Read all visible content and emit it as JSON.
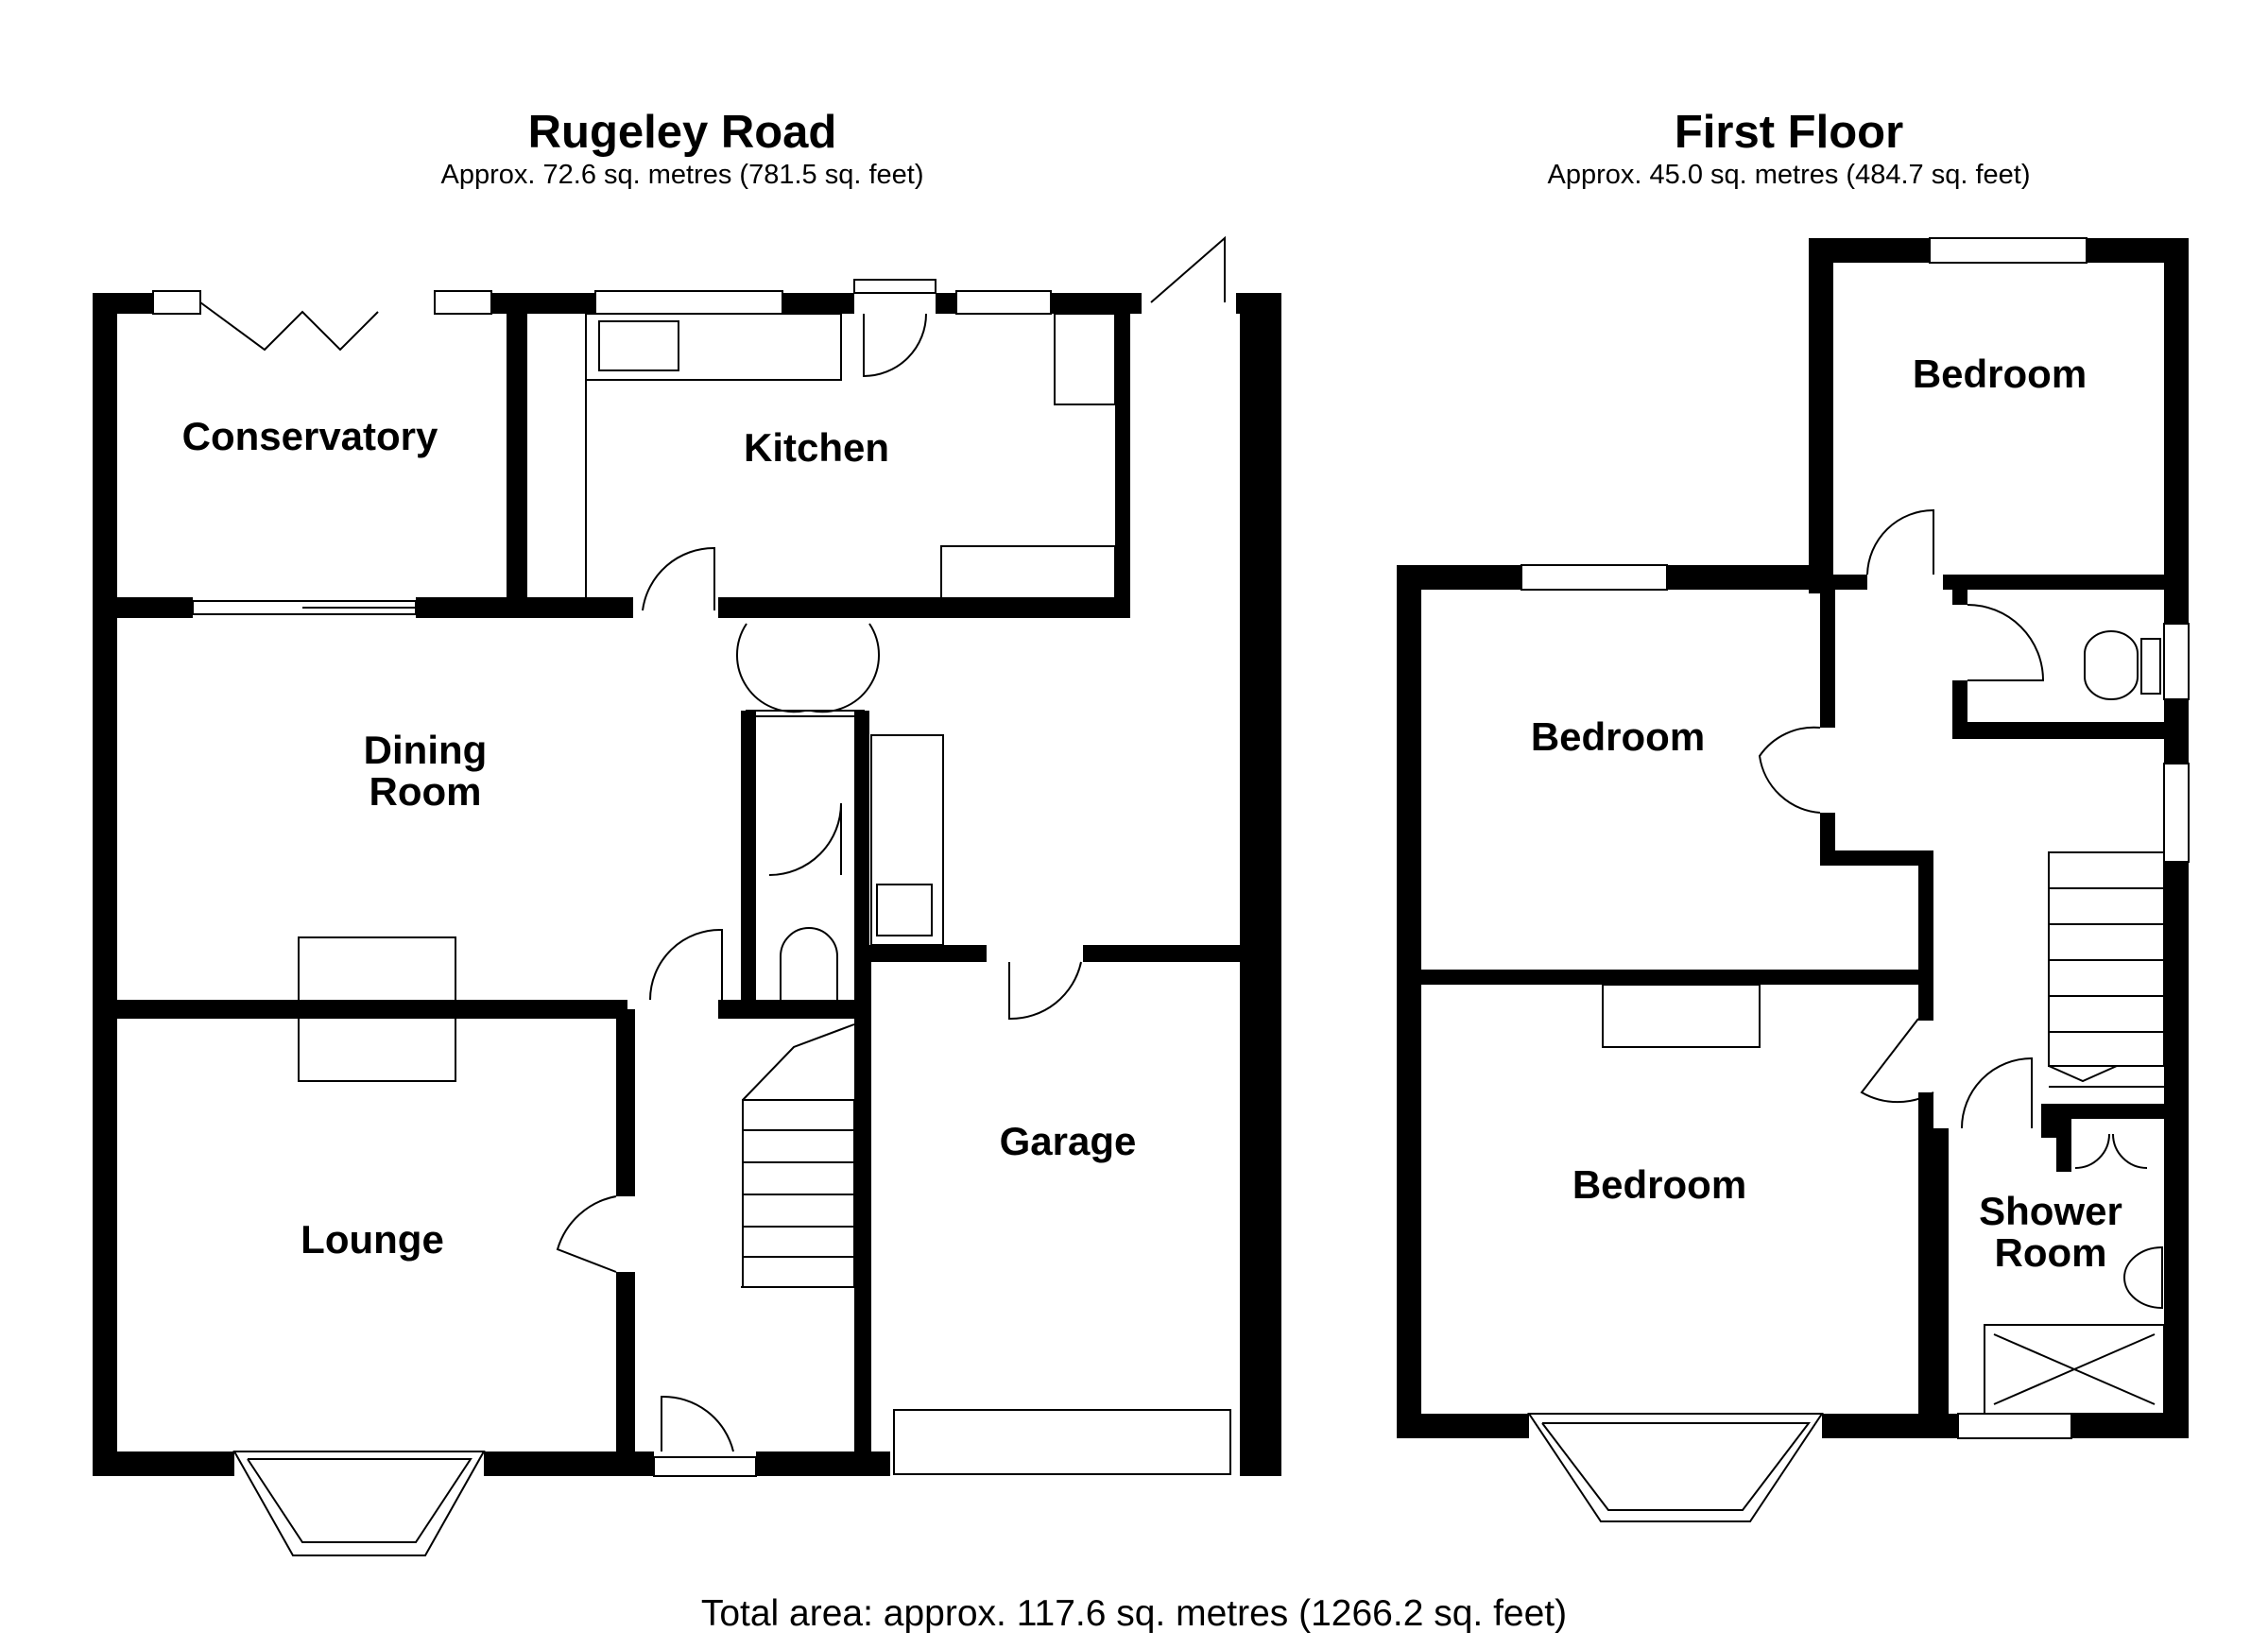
{
  "ground_floor": {
    "title": "Rugeley Road",
    "area": "Approx. 72.6 sq. metres (781.5 sq. feet)",
    "rooms": {
      "conservatory": "Conservatory",
      "kitchen": "Kitchen",
      "dining_line1": "Dining",
      "dining_line2": "Room",
      "lounge": "Lounge",
      "garage": "Garage"
    }
  },
  "first_floor": {
    "title": "First Floor",
    "area": "Approx. 45.0 sq. metres (484.7 sq. feet)",
    "rooms": {
      "bedroom_top": "Bedroom",
      "bedroom_middle": "Bedroom",
      "bedroom_bottom": "Bedroom",
      "shower_line1": "Shower",
      "shower_line2": "Room"
    }
  },
  "total_area": "Total area: approx. 117.6 sq. metres (1266.2 sq. feet)"
}
